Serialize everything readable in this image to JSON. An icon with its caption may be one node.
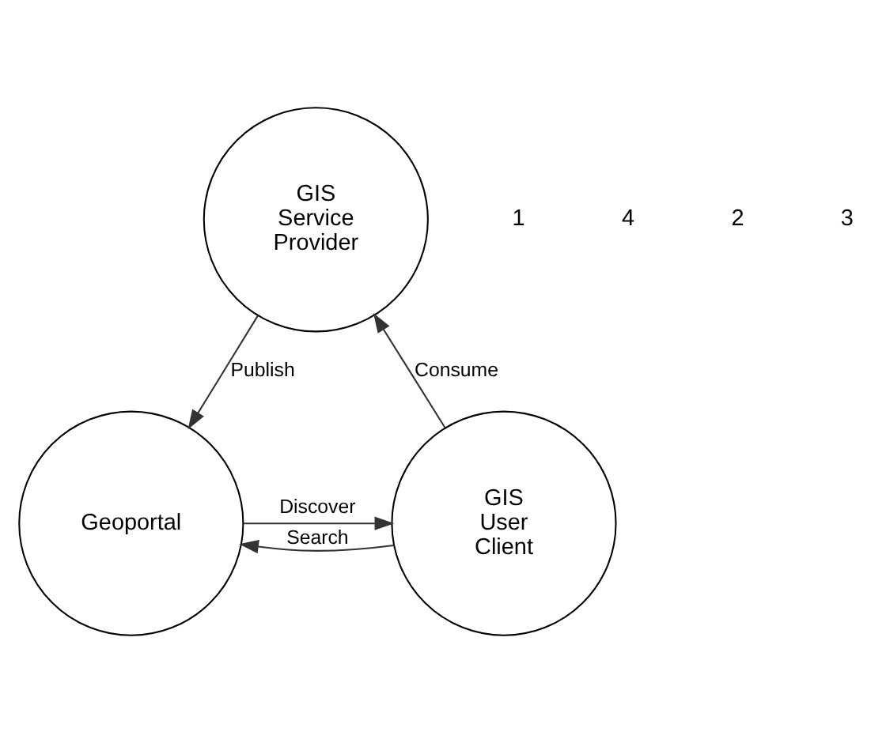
{
  "diagram": {
    "nodes": [
      {
        "text": [
          "GIS Service Provider"
        ]
      },
      {
        "text": [
          "Geoportal"
        ]
      },
      {
        "text": [
          "GIS User Client"
        ]
      }
    ],
    "edges": [
      {
        "from": 0,
        "to": 1,
        "arrow": "to",
        "label": "Publish"
      },
      {
        "from": 2,
        "to": 1,
        "arrow": "to",
        "label": "Search"
      },
      {
        "from": 1,
        "to": 2,
        "arrow": "to",
        "label": "Discover"
      },
      {
        "from": 2,
        "to": 0,
        "arrow": "to",
        "label": "Consume"
      }
    ],
    "labels": [
      "1",
      "4",
      "2",
      "3"
    ]
  }
}
